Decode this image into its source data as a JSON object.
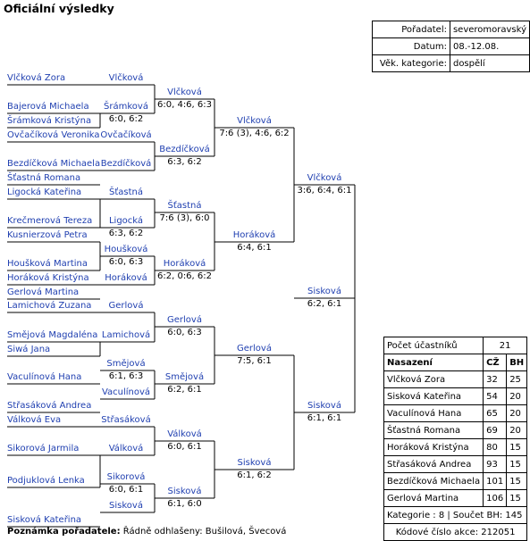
{
  "title": "Oficiální výsledky",
  "info": [
    {
      "label": "Pořadatel:",
      "value": "severomoravský"
    },
    {
      "label": "Datum:",
      "value": "08.-12.08."
    },
    {
      "label": "Věk. kategorie:",
      "value": "dospělí"
    }
  ],
  "players": [
    "Vlčková Zora",
    "Bajerová Michaela",
    "Šrámková Kristýna",
    "Ovčačíková Veronika",
    "Bezdíčková Michaela",
    "Šťastná Romana",
    "Ligocká Kateřina",
    "Krečmerová Tereza",
    "Kusnierzová Petra",
    "Houšková Martina",
    "Horáková Kristýna",
    "Gerlová Martina",
    "Lamichová Zuzana",
    "Smějová Magdaléna",
    "Siwá Jana",
    "Vaculínová Hana",
    "Střasáková Andrea",
    "Válková Eva",
    "Sikorová Jarmila",
    "Podjuklová Lenka",
    "Sisková Kateřina"
  ],
  "r1": [
    {
      "winner": "Vlčková",
      "score": ""
    },
    {
      "winner": "Šrámková",
      "score": "6:0, 6:2"
    },
    {
      "winner": "Ovčačíková",
      "score": ""
    },
    {
      "winner": "Bezdíčková",
      "score": ""
    },
    {
      "winner": "Šťastná",
      "score": ""
    },
    {
      "winner": "Ligocká",
      "score": "6:3, 6:2"
    },
    {
      "winner": "Houšková",
      "score": "6:0, 6:3"
    },
    {
      "winner": "Horáková",
      "score": ""
    },
    {
      "winner": "Gerlová",
      "score": ""
    },
    {
      "winner": "Lamichová",
      "score": ""
    },
    {
      "winner": "Smějová",
      "score": "6:1, 6:3"
    },
    {
      "winner": "Vaculínová",
      "score": ""
    },
    {
      "winner": "Střasáková",
      "score": ""
    },
    {
      "winner": "Válková",
      "score": ""
    },
    {
      "winner": "Sikorová",
      "score": "6:0, 6:1"
    },
    {
      "winner": "Sisková",
      "score": ""
    }
  ],
  "r2": [
    {
      "winner": "Vlčková",
      "score": "6:0, 4:6, 6:3"
    },
    {
      "winner": "Bezdíčková",
      "score": "6:3, 6:2"
    },
    {
      "winner": "Šťastná",
      "score": "7:6 (3), 6:0"
    },
    {
      "winner": "Horáková",
      "score": "6:2, 0:6, 6:2"
    },
    {
      "winner": "Gerlová",
      "score": "6:0, 6:3"
    },
    {
      "winner": "Smějová",
      "score": "6:2, 6:1"
    },
    {
      "winner": "Válková",
      "score": "6:0, 6:1"
    },
    {
      "winner": "Sisková",
      "score": "6:1, 6:0"
    }
  ],
  "r3": [
    {
      "winner": "Vlčková",
      "score": "7:6 (3), 4:6, 6:2"
    },
    {
      "winner": "Horáková",
      "score": "6:4, 6:1"
    },
    {
      "winner": "Gerlová",
      "score": "7:5, 6:1"
    },
    {
      "winner": "Sisková",
      "score": "6:1, 6:2"
    }
  ],
  "r4": [
    {
      "winner": "Vlčková",
      "score": "3:6, 6:4, 6:1"
    },
    {
      "winner": "Sisková",
      "score": "6:1, 6:1"
    }
  ],
  "final": {
    "winner": "Sisková",
    "score": "6:2, 6:1"
  },
  "stats": {
    "count_label": "Počet účastníků",
    "count_value": "21",
    "headers": [
      "Nasazení",
      "CŽ",
      "BH"
    ],
    "rows": [
      [
        "Vlčková Zora",
        "32",
        "25"
      ],
      [
        "Sisková Kateřina",
        "54",
        "20"
      ],
      [
        "Vaculínová Hana",
        "65",
        "20"
      ],
      [
        "Šťastná Romana",
        "69",
        "20"
      ],
      [
        "Horáková Kristýna",
        "80",
        "15"
      ],
      [
        "Střasáková Andrea",
        "93",
        "15"
      ],
      [
        "Bezdíčková Michaela",
        "101",
        "15"
      ],
      [
        "Gerlová Martina",
        "106",
        "15"
      ]
    ],
    "category": "Kategorie : 8",
    "sum": "Součet BH: 145",
    "code": "Kódové číslo akce: 212051"
  },
  "note": {
    "label": "Poznámka pořadatele:",
    "text": "Řádně odhlašeny: Bušilová, Švecová"
  }
}
